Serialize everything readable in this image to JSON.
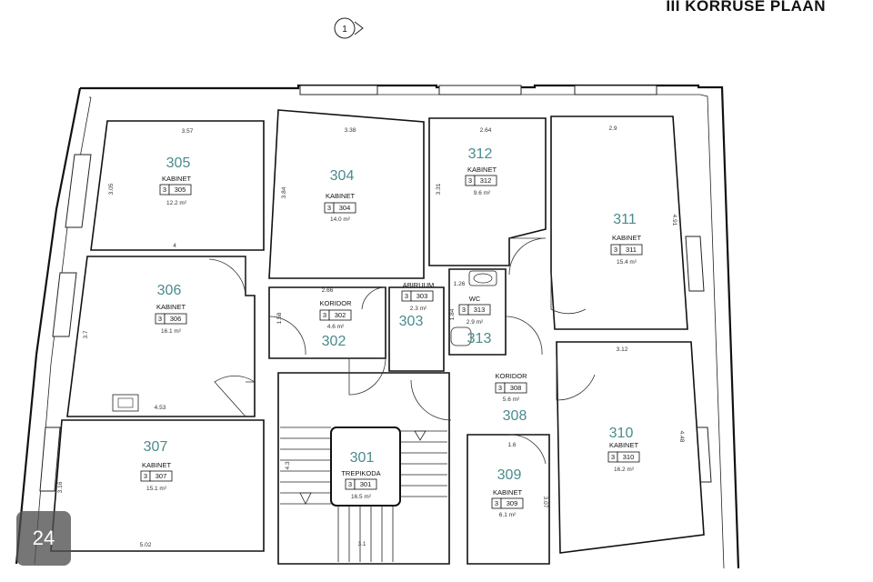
{
  "title": "III KORRUSE PLAAN",
  "north_marker": "1",
  "badge": "24",
  "rooms": {
    "r305": {
      "number": "305",
      "name": "KABINET",
      "code_a": "3",
      "code_b": "305",
      "area": "12.2 m²"
    },
    "r304": {
      "number": "304",
      "name": "KABINET",
      "code_a": "3",
      "code_b": "304",
      "area": "14.0 m²"
    },
    "r312": {
      "number": "312",
      "name": "KABINET",
      "code_a": "3",
      "code_b": "312",
      "area": "9.6 m²"
    },
    "r311": {
      "number": "311",
      "name": "KABINET",
      "code_a": "3",
      "code_b": "311",
      "area": "15.4 m²"
    },
    "r306": {
      "number": "306",
      "name": "KABINET",
      "code_a": "3",
      "code_b": "306",
      "area": "16.1 m²"
    },
    "r302": {
      "number": "302",
      "name": "KORIDOR",
      "code_a": "3",
      "code_b": "302",
      "area": "4.6 m²"
    },
    "r303": {
      "number": "303",
      "name": "ABIRUUM",
      "code_a": "3",
      "code_b": "303",
      "area": "2.3 m²"
    },
    "r313": {
      "number": "313",
      "name": "WC",
      "code_a": "3",
      "code_b": "313",
      "area": "2.9 m²"
    },
    "r308": {
      "number": "308",
      "name": "KORIDOR",
      "code_a": "3",
      "code_b": "308",
      "area": "5.6 m²"
    },
    "r310": {
      "number": "310",
      "name": "KABINET",
      "code_a": "3",
      "code_b": "310",
      "area": "16.2 m²"
    },
    "r307": {
      "number": "307",
      "name": "KABINET",
      "code_a": "3",
      "code_b": "307",
      "area": "15.1 m²"
    },
    "r301": {
      "number": "301",
      "name": "TREPIKODA",
      "code_a": "3",
      "code_b": "301",
      "area": "16.5 m²"
    },
    "r309": {
      "number": "309",
      "name": "KABINET",
      "code_a": "3",
      "code_b": "309",
      "area": "6.1 m²"
    }
  },
  "dimensions": {
    "d305w": "3.57",
    "d304w": "3.38",
    "d312w": "2.64",
    "d311w": "2.9",
    "d305h": "3.05",
    "d304h": "3.84",
    "d312h": "3.31",
    "d311h": "4.91",
    "d306w": "4",
    "d302w": "2.66",
    "d302h": "1.58",
    "d306h": "3.7",
    "d313w": "1.26",
    "d313h": "1.84",
    "d310w": "3.12",
    "d310h": "4.48",
    "d307top": "4.53",
    "d307h": "3.16",
    "d307w": "5.02",
    "d301h": "4.3",
    "d301w": "3.1",
    "d309w": "1.6",
    "d309h": "3.07"
  }
}
